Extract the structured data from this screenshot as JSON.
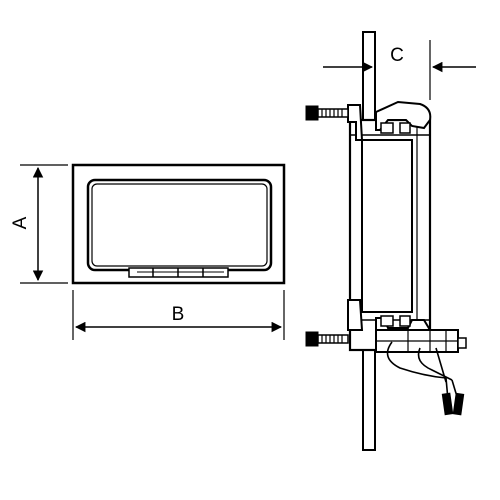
{
  "diagram": {
    "dimensions": {
      "height_label": "A",
      "width_label": "B",
      "depth_label": "C"
    },
    "colors": {
      "line": "#000000",
      "background": "#ffffff",
      "fill": "#ffffff"
    }
  }
}
